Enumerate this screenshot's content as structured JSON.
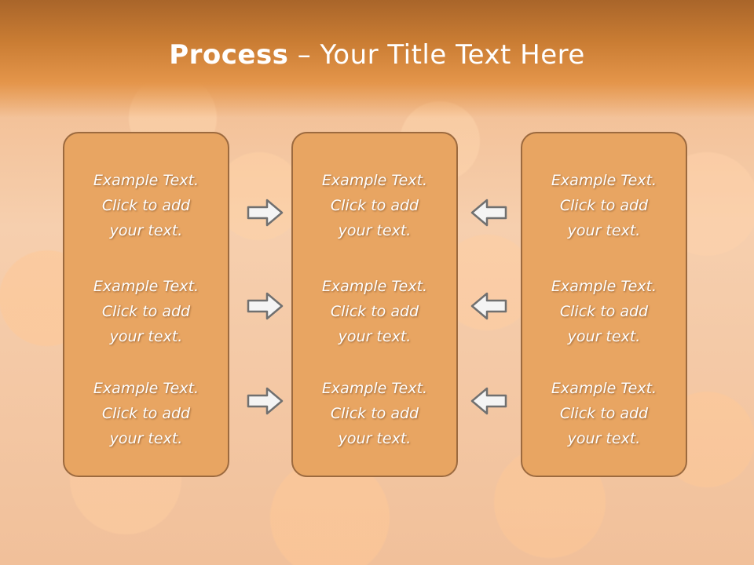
{
  "title": {
    "bold": "Process",
    "rest": " – Your Title Text Here"
  },
  "columns": [
    {
      "items": [
        [
          "Example Text.",
          "Click  to add",
          "your text."
        ],
        [
          "Example Text.",
          "Click  to add",
          "your text."
        ],
        [
          "Example Text.",
          "Click  to add",
          "your text."
        ]
      ]
    },
    {
      "items": [
        [
          "Example Text.",
          "Click  to add",
          "your text."
        ],
        [
          "Example Text.",
          "Click  to add",
          "your text."
        ],
        [
          "Example Text.",
          "Click  to add",
          "your text."
        ]
      ]
    },
    {
      "items": [
        [
          "Example Text.",
          "Click  to add",
          "your text."
        ],
        [
          "Example Text.",
          "Click  to add",
          "your text."
        ],
        [
          "Example Text.",
          "Click  to add",
          "your text."
        ]
      ]
    }
  ],
  "arrows": [
    {
      "icon": "arrow-right-icon"
    },
    {
      "icon": "arrow-right-icon"
    },
    {
      "icon": "arrow-right-icon"
    },
    {
      "icon": "arrow-left-icon"
    },
    {
      "icon": "arrow-left-icon"
    },
    {
      "icon": "arrow-left-icon"
    }
  ],
  "colors": {
    "box_fill": "#e8a562",
    "box_border": "#9c6a3f",
    "header": "#c97c33",
    "text": "#ffffff"
  }
}
